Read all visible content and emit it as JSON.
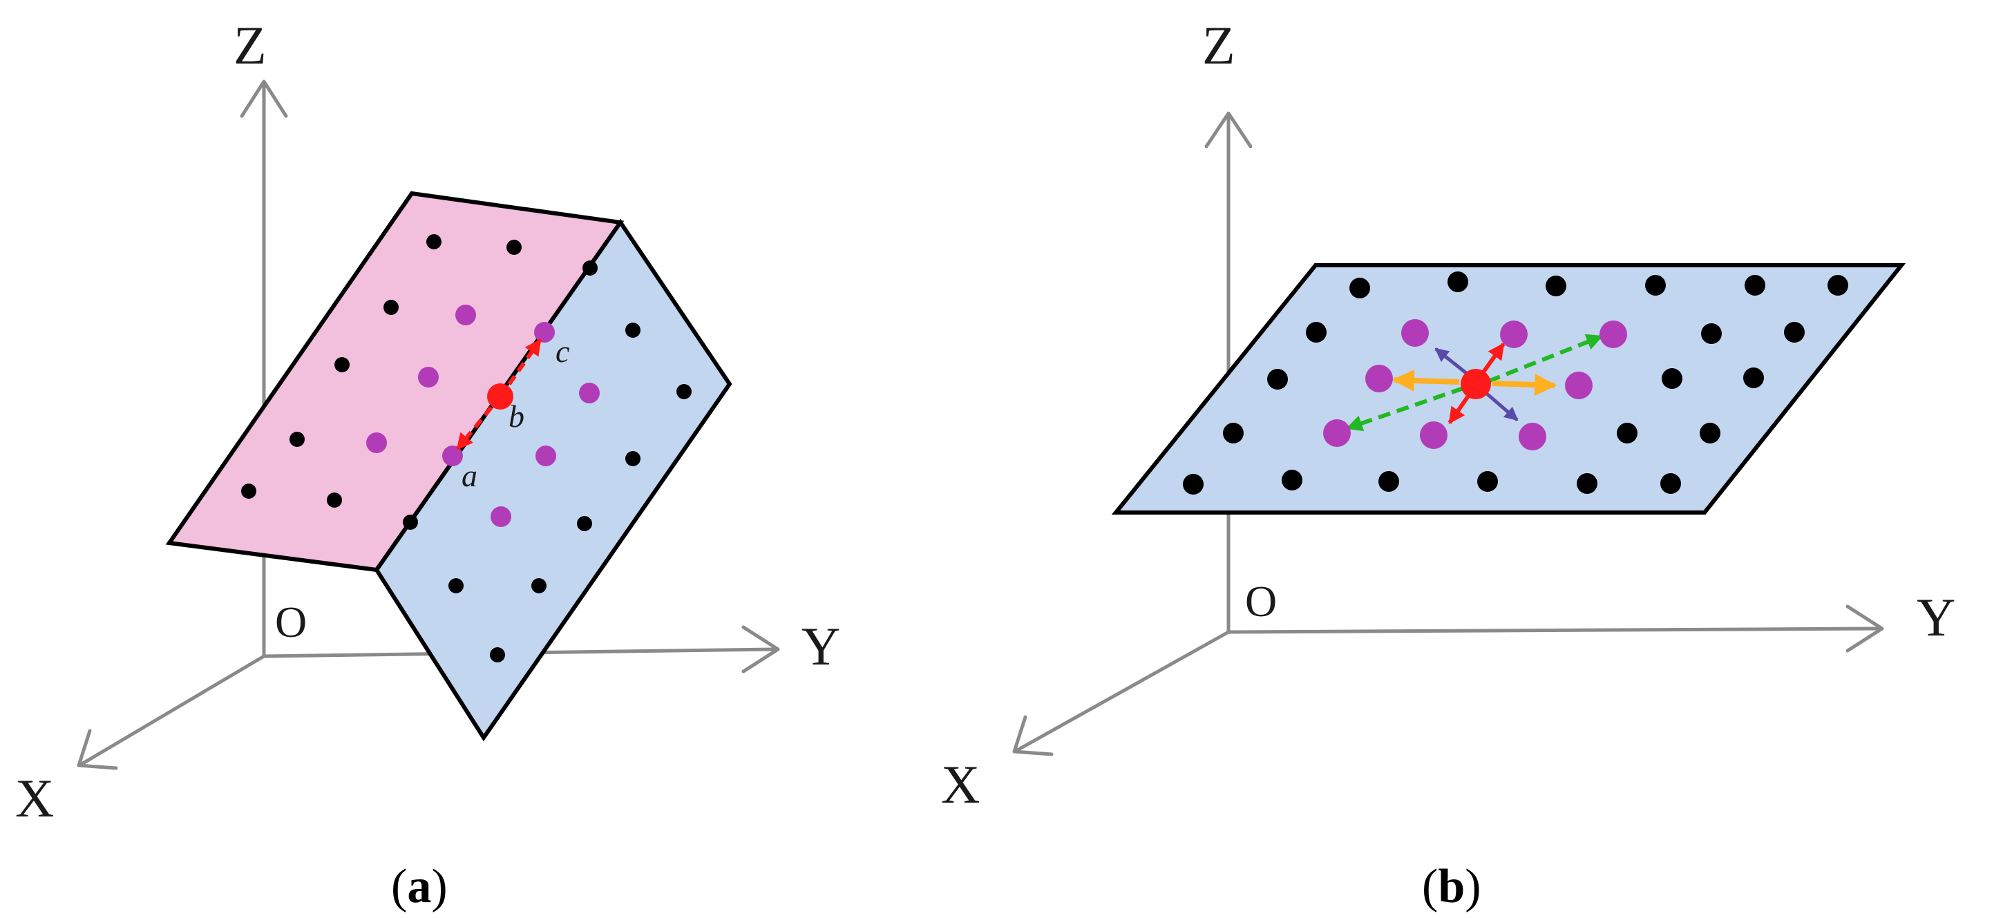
{
  "colors": {
    "axis": "#8a8a8a",
    "face_pink": "#f2bfdc",
    "face_blue": "#c2d6f0",
    "black_point": "#000000",
    "neighbor_point": "#b23cb8",
    "center_point": "#ff1a1a",
    "arrow_red": "#ff1a1a",
    "arrow_green": "#22b822",
    "arrow_yellow": "#ffb020",
    "arrow_purple": "#5a4aa8"
  },
  "panel_a": {
    "axes": {
      "z": "Z",
      "y": "Y",
      "x": "X",
      "origin": "O"
    },
    "labels": {
      "a": "a",
      "b": "b",
      "c": "c"
    },
    "caption": {
      "open": "(",
      "letter": "a",
      "close": ")"
    }
  },
  "panel_b": {
    "axes": {
      "z": "Z",
      "y": "Y",
      "x": "X",
      "origin": "O"
    },
    "caption": {
      "open": "(",
      "letter": "b",
      "close": ")"
    }
  }
}
